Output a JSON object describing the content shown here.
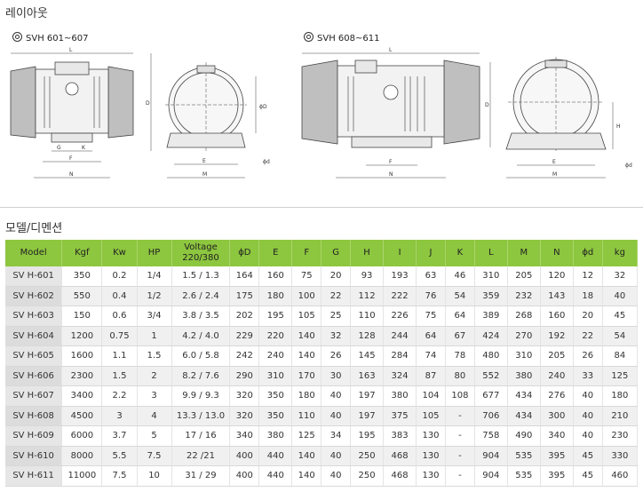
{
  "sections": {
    "layout_title": "레이아웃",
    "model_title": "모델/디멘션"
  },
  "drawings": {
    "left_label": "SVH 601~607",
    "right_label": "SVH 608~611",
    "dim_letters": [
      "L",
      "D",
      "E",
      "F",
      "H",
      "N",
      "M",
      "K",
      "G",
      "ϕd"
    ]
  },
  "table": {
    "headers": [
      "Model",
      "Kgf",
      "Kw",
      "HP",
      "Voltage\n220/380",
      "ϕD",
      "E",
      "F",
      "G",
      "H",
      "I",
      "J",
      "K",
      "L",
      "M",
      "N",
      "ϕd",
      "kg"
    ],
    "rows": [
      [
        "SV H-601",
        "350",
        "0.2",
        "1/4",
        "1.5 / 1.3",
        "164",
        "160",
        "75",
        "20",
        "93",
        "193",
        "63",
        "46",
        "310",
        "205",
        "120",
        "12",
        "32"
      ],
      [
        "SV H-602",
        "550",
        "0.4",
        "1/2",
        "2.6 / 2.4",
        "175",
        "180",
        "100",
        "22",
        "112",
        "222",
        "76",
        "54",
        "359",
        "232",
        "143",
        "18",
        "40"
      ],
      [
        "SV H-603",
        "150",
        "0.6",
        "3/4",
        "3.8 / 3.5",
        "202",
        "195",
        "105",
        "25",
        "110",
        "226",
        "75",
        "64",
        "389",
        "268",
        "160",
        "20",
        "45"
      ],
      [
        "SV H-604",
        "1200",
        "0.75",
        "1",
        "4.2 / 4.0",
        "229",
        "220",
        "140",
        "32",
        "128",
        "244",
        "64",
        "67",
        "424",
        "270",
        "192",
        "22",
        "54"
      ],
      [
        "SV H-605",
        "1600",
        "1.1",
        "1.5",
        "6.0 / 5.8",
        "242",
        "240",
        "140",
        "26",
        "145",
        "284",
        "74",
        "78",
        "480",
        "310",
        "205",
        "26",
        "84"
      ],
      [
        "SV H-606",
        "2300",
        "1.5",
        "2",
        "8.2 / 7.6",
        "290",
        "310",
        "170",
        "30",
        "163",
        "324",
        "87",
        "80",
        "552",
        "380",
        "240",
        "33",
        "125"
      ],
      [
        "SV H-607",
        "3400",
        "2.2",
        "3",
        "9.9 / 9.3",
        "320",
        "350",
        "180",
        "40",
        "197",
        "380",
        "104",
        "108",
        "677",
        "434",
        "276",
        "40",
        "180"
      ],
      [
        "SV H-608",
        "4500",
        "3",
        "4",
        "13.3 / 13.0",
        "320",
        "350",
        "110",
        "40",
        "197",
        "375",
        "105",
        "-",
        "706",
        "434",
        "300",
        "40",
        "210"
      ],
      [
        "SV H-609",
        "6000",
        "3.7",
        "5",
        "17 / 16",
        "340",
        "380",
        "125",
        "34",
        "195",
        "383",
        "130",
        "-",
        "758",
        "490",
        "340",
        "40",
        "230"
      ],
      [
        "SV H-610",
        "8000",
        "5.5",
        "7.5",
        "22 /21",
        "400",
        "440",
        "140",
        "40",
        "250",
        "468",
        "130",
        "-",
        "904",
        "535",
        "395",
        "45",
        "330"
      ],
      [
        "SV H-611",
        "11000",
        "7.5",
        "10",
        "31 / 29",
        "400",
        "440",
        "140",
        "40",
        "250",
        "468",
        "130",
        "-",
        "904",
        "535",
        "395",
        "45",
        "460"
      ]
    ]
  }
}
